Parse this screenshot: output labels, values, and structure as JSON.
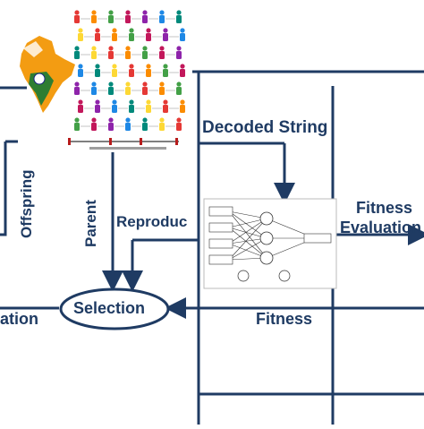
{
  "diagram": {
    "labels": {
      "decoded_string": "Decoded String",
      "fitness_evaluation_line1": "Fitness",
      "fitness_evaluation_line2": "Evaluation",
      "reproduction": "Reproduc",
      "parent": "Parent",
      "offspring": "Offspring",
      "selection": "Selection",
      "fitness": "Fitness",
      "evaluation_left": "ation"
    },
    "population_colors": [
      "#e53935",
      "#1e88e5",
      "#43a047",
      "#fdd835",
      "#8e24aa",
      "#fb8c00",
      "#00897b",
      "#c2185b"
    ],
    "colors": {
      "line": "#1f3b63",
      "text": "#1f3b63",
      "ellipse_fill": "#ffffff"
    },
    "network": {
      "input_count": 4,
      "hidden_count": 3,
      "output_count": 1
    }
  }
}
